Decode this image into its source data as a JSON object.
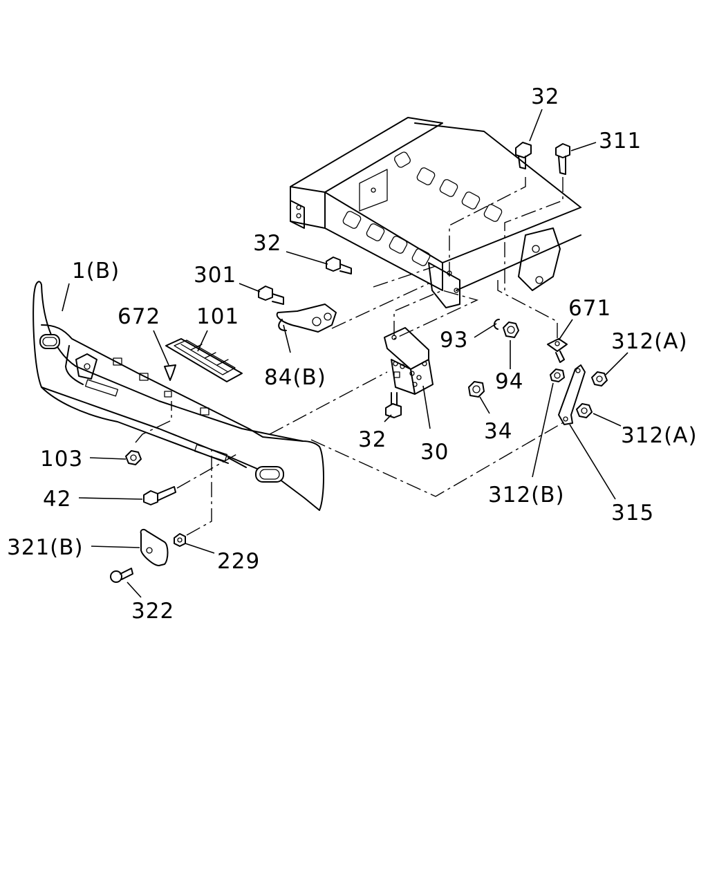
{
  "callouts": {
    "c32_top": "32",
    "c311": "311",
    "c32_left": "32",
    "c301": "301",
    "c1b": "1(B)",
    "c672": "672",
    "c101": "101",
    "c671": "671",
    "c312a_top": "312(A)",
    "c93": "93",
    "c94": "94",
    "c84b": "84(B)",
    "c32_bottom": "32",
    "c30": "30",
    "c34": "34",
    "c312a_mid": "312(A)",
    "c103": "103",
    "c42": "42",
    "c312b": "312(B)",
    "c315": "315",
    "c321b": "321(B)",
    "c229": "229",
    "c322": "322"
  }
}
